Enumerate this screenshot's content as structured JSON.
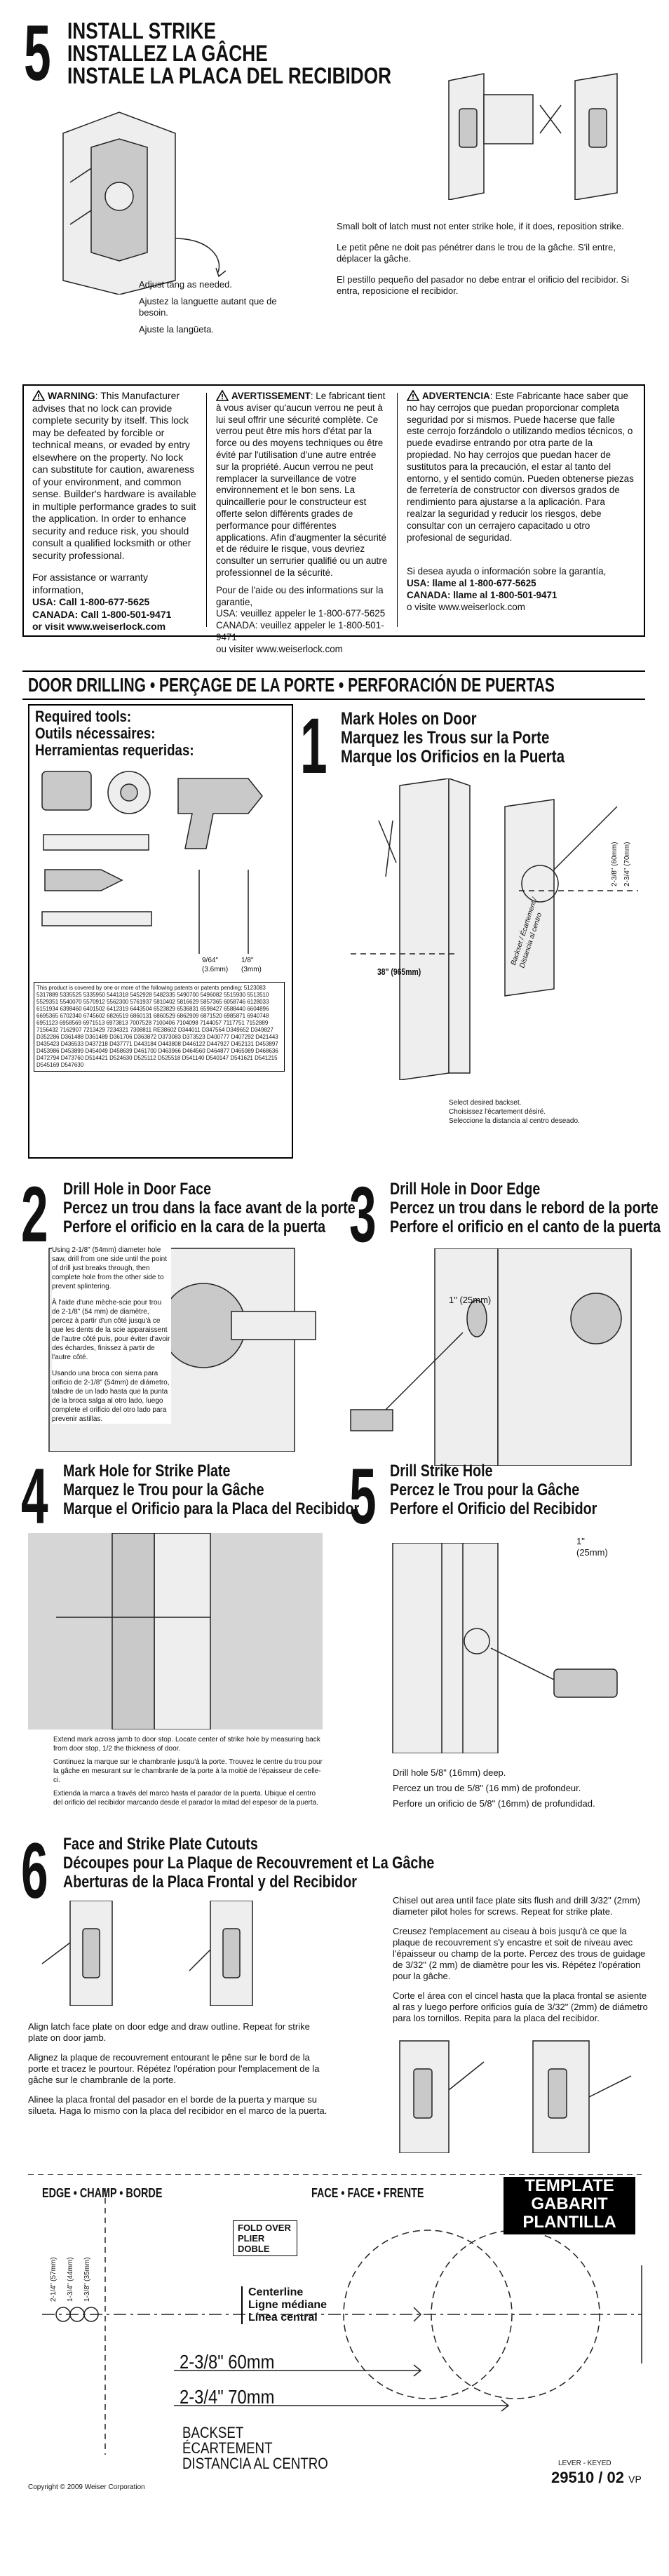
{
  "step5_strike": {
    "number": "5",
    "title_en": "INSTALL STRIKE",
    "title_fr": "INSTALLEZ LA GÂCHE",
    "title_es": "INSTALE LA PLACA DEL RECIBIDOR",
    "adjust_en": "Adjust tang as needed.",
    "adjust_fr": "Ajustez la languette autant que de besoin.",
    "adjust_es": "Ajuste la langüeta.",
    "note_en": "Small bolt of latch must not enter strike hole, if it does, reposition strike.",
    "note_fr": "Le petit pêne ne doit pas pénétrer dans le trou de la gâche.  S'il entre, déplacer la gâche.",
    "note_es": "El pestillo pequeño del pasador no debe entrar el orificio del recibidor.  Si entra, reposicione el recibidor."
  },
  "warnings": {
    "en": {
      "head": "WARNING",
      "body": ": This Manufacturer advises that no lock can provide complete security by itself. This lock may be defeated by forcible or technical means, or evaded by entry elsewhere on the property. No lock can substitute for caution, awareness of your environment, and common sense. Builder's hardware is available in multiple performance grades to suit the application. In order to enhance security and reduce risk, you should consult a qualified locksmith or other security professional.",
      "assist": "For assistance or warranty information,",
      "contact_us": "USA: Call 1-800-677-5625",
      "contact_ca": "CANADA: Call 1-800-501-9471",
      "web": "or visit www.weiserlock.com"
    },
    "fr": {
      "head": "AVERTISSEMENT",
      "body": ": Le fabricant tient à vous aviser qu'aucun verrou ne peut à lui seul offrir une sécurité complète. Ce verrou peut être mis hors d'état par la force ou des moyens techniques ou être évité par l'utilisation d'une autre entrée sur la propriété. Aucun verrou ne peut remplacer la surveillance de votre environnement et le bon sens. La quincaillerie pour le constructeur est offerte selon différents grades de performance pour différentes applications. Afin d'augmenter la sécurité et de réduire le risque, vous devriez consulter un serrurier qualifié ou un autre professionnel de la sécurité.",
      "assist": "Pour de l'aide ou des informations sur la garantie,",
      "contact_us": "USA: veuillez appeler le 1-800-677-5625",
      "contact_ca": "CANADA: veuillez appeler le 1-800-501-9471",
      "web": "ou visiter www.weiserlock.com"
    },
    "es": {
      "head": "ADVERTENCIA",
      "body": ": Este Fabricante hace saber que no hay cerrojos que puedan proporcionar completa seguridad por si mismos.  Puede hacerse que falle este cerrojo forzándolo o utilizando medios técnicos, o puede evadirse entrando por otra parte de la propiedad.  No hay cerrojos que puedan hacer de sustitutos para la precaución, el estar al tanto del entorno, y el sentido común.  Pueden obtenerse piezas de ferretería de constructor con diversos grados de rendimiento para ajustarse a la aplicación.  Para realzar la seguridad y reducir los riesgos, debe consultar con un cerrajero capacitado u otro profesional de seguridad.",
      "assist": "Si desea ayuda o información sobre la garantía,",
      "contact_us": "USA: llame al 1-800-677-5625",
      "contact_ca": "CANADA: llame al 1-800-501-9471",
      "web": "o visite www.weiserlock.com"
    }
  },
  "door_drilling": {
    "title": "DOOR DRILLING • PERÇAGE DE LA PORTE • PERFORACIÓN DE PUERTAS",
    "tools_en": "Required tools:",
    "tools_fr": "Outils nécessaires:",
    "tools_es": "Herramientas requeridas:",
    "bit1": "9/64\" (3.6mm)",
    "bit2": "1/8\" (3mm)",
    "patent": "This product is covered by one or more of the following patents or patents pending: 5123083 5317889 5335525 5335950 5441318 5452928 5482335 5490700 5496082 5515930 5513510 5529351 5540070 5570912 5562300 5761937 5810402 5816629 5857365 6058746 6128033 6151934 6398460 6401502 6412319 6443504 6523829 6536831 6598427 6588440 6604896 6695365 6702340 6745602 6826519 6860131 6860529 6862909 6871520 6985871 6940748 6951123 6958569 6971513 6973813 7007528 7100406 7104098 7144057 7117751 7152889 7156432 7162907 7213429 7234321 7308811 RE38602 D344011 D347564 D349652 D349827 D352286 D361488 D361489 D361706 D363872 D373083 D373523 D400777 D407292 D421443 D435423 D436533 D437218 D437771 D443184 D443808 D446122 D447927 D452131 D453897 D453986 D453899 D454049 D458639 D461700 D463966 D464560 D464877 D465989 D468636 D472794 D473760 D514421 D524630 D525112 D525518 D541140 D540147 D541621 D541215 D545169 D547630",
    "step1": {
      "number": "1",
      "en": "Mark Holes on Door",
      "fr": "Marquez les Trous sur la Porte",
      "es": "Marque los Orificios en la Puerta"
    },
    "step1_dim_38": "38\" (965mm)",
    "step1_backset_a": "2-3/8\" (60mm)",
    "step1_backset_b": "2-3/4\" (70mm)",
    "step1_backset_label": "Backset / Écartement / Distancia al centro",
    "step1_select_en": "Select desired backset.",
    "step1_select_fr": "Choisissez l'écartement désiré.",
    "step1_select_es": "Seleccione la distancia al centro deseado.",
    "step2": {
      "number": "2",
      "en": "Drill Hole in Door Face",
      "fr": "Percez un trou dans la face avant de la porte",
      "es": "Perfore el orificio en la cara de la puerta"
    },
    "step2_note_en": "Using 2-1/8\" (54mm) diameter hole saw, drill from one side until the point of drill just breaks through, then complete hole from the other side to prevent splintering.",
    "step2_note_fr": "À l'aide d'une mèche-scie pour trou de 2-1/8\" (54 mm) de diamètre, percez à partir d'un côté jusqu'à ce que les dents de la scie apparaissent de l'autre côté puis, pour éviter d'avoir des échardes, finissez à partir de l'autre côté.",
    "step2_note_es": "Usando una broca con sierra para orificio de 2-1/8\" (54mm) de diámetro, taladre de un lado hasta que la punta de la broca salga al otro lado, luego complete el orificio del otro lado para prevenir astillas.",
    "step3": {
      "number": "3",
      "en": "Drill Hole in Door Edge",
      "fr": "Percez un trou dans le rebord de la porte",
      "es": "Perfore el orificio en el canto de la puerta"
    },
    "step3_dim": "1\" (25mm)",
    "step4": {
      "number": "4",
      "en": "Mark Hole for Strike Plate",
      "fr": "Marquez le Trou pour la Gâche",
      "es": "Marque el Orificio para la Placa del Recibidor"
    },
    "step4_note_en": "Extend mark across jamb to door stop. Locate center of strike hole by measuring back from door stop, 1/2 the thickness of door.",
    "step4_note_fr": "Continuez la marque sur le chambranle jusqu'à la porte. Trouvez le centre du trou pour la gâche en mesurant sur le chambranle de la porte à la moitié de l'épaisseur de celle-ci.",
    "step4_note_es": "Extienda la marca a través del marco hasta el parador de la puerta. Ubique el centro del orificio del recibidor marcando desde el parador la mitad del espesor de la puerta.",
    "step5": {
      "number": "5",
      "en": "Drill Strike Hole",
      "fr": "Percez le Trou pour la Gâche",
      "es": "Perfore el Orificio del Recibidor"
    },
    "step5_dim": "1\" (25mm)",
    "step5_note_en": "Drill hole 5/8\" (16mm) deep.",
    "step5_note_fr": "Percez un trou de 5/8\" (16 mm) de profondeur.",
    "step5_note_es": "Perfore un orificio de 5/8\" (16mm) de profundidad.",
    "step6": {
      "number": "6",
      "en": "Face and Strike Plate Cutouts",
      "fr": "Découpes pour La Plaque de Recouvrement et La Gâche",
      "es": "Aberturas de la Placa Frontal y del Recibidor"
    },
    "step6_right_en": "Chisel out area until face plate sits flush and drill 3/32\" (2mm) diameter pilot holes for screws. Repeat for strike plate.",
    "step6_right_fr": "Creusez l'emplacement au ciseau à bois jusqu'à ce que la plaque de recouvrement s'y encastre et soit de niveau avec l'épaisseur ou champ de la porte. Percez des trous de guidage de 3/32\" (2 mm) de diamètre pour les vis. Répétez l'opération pour la gâche.",
    "step6_right_es": "Corte el área con el cincel hasta que la placa frontal se asiente al ras y luego perfore orificios guía de 3/32\" (2mm) de diámetro para los tornillos. Repita para la placa del recibidor.",
    "step6_left_en": "Align latch face plate on door edge and draw outline. Repeat for strike plate on door jamb.",
    "step6_left_fr": "Alignez la plaque de recouvrement entourant le pêne sur le bord de la porte et tracez le pourtour. Répétez l'opération pour l'emplacement de la gâche sur le chambranle de la porte.",
    "step6_left_es": "Alinee la placa frontal del pasador en el borde de la puerta y marque su silueta. Haga lo mismo con la placa del recibidor en el marco de la puerta."
  },
  "template": {
    "edge_label": "EDGE • CHAMP • BORDE",
    "face_label": "FACE • FACE • FRENTE",
    "title_1": "TEMPLATE",
    "title_2": "GABARIT",
    "title_3": "PLANTILLA",
    "fold_1": "FOLD OVER",
    "fold_2": "PLIER",
    "fold_3": "DOBLE",
    "center_1": "Centerline",
    "center_2": "Ligne médiane",
    "center_3": "Línea central",
    "dim_a": "2-1/4\" (57mm)",
    "dim_b": "1-3/4\" (44mm)",
    "dim_c": "1-3/8\" (35mm)",
    "backset_a": "2-3/8\" 60mm",
    "backset_b": "2-3/4\" 70mm",
    "backset_1": "BACKSET",
    "backset_2": "ÉCARTEMENT",
    "backset_3": "DISTANCIA AL CENTRO",
    "copyright": "Copyright © 2009 Weiser Corporation",
    "lever_keyed": "LEVER - KEYED",
    "part_no": "29510 / 02",
    "part_suffix": "VP"
  }
}
